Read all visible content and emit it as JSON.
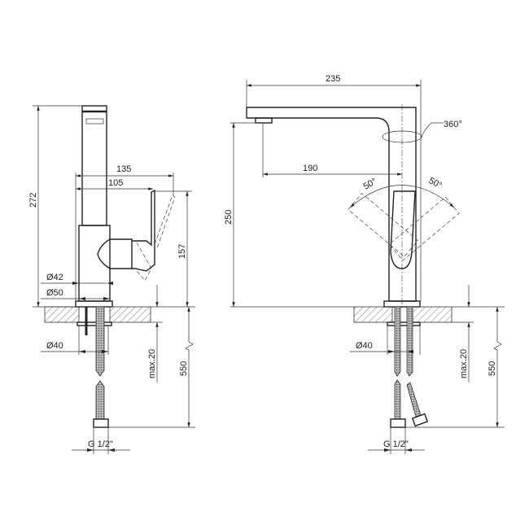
{
  "side_view": {
    "height_total": "272",
    "reach_outer": "135",
    "reach_handle": "105",
    "handle_height": "157",
    "diameter_body": "Ø42",
    "diameter_base": "Ø50",
    "diameter_hole": "Ø40",
    "counter_thickness": "max.20",
    "hose_length": "550",
    "connection": "G 1/2\""
  },
  "front_view": {
    "spout_length": "235",
    "spout_height": "250",
    "spout_reach": "190",
    "rotation": "360°",
    "handle_angle_left": "50°",
    "handle_angle_right": "50°",
    "diameter_hole": "Ø40",
    "counter_thickness": "max.20",
    "hose_length": "550",
    "connection": "G 1/2\""
  }
}
